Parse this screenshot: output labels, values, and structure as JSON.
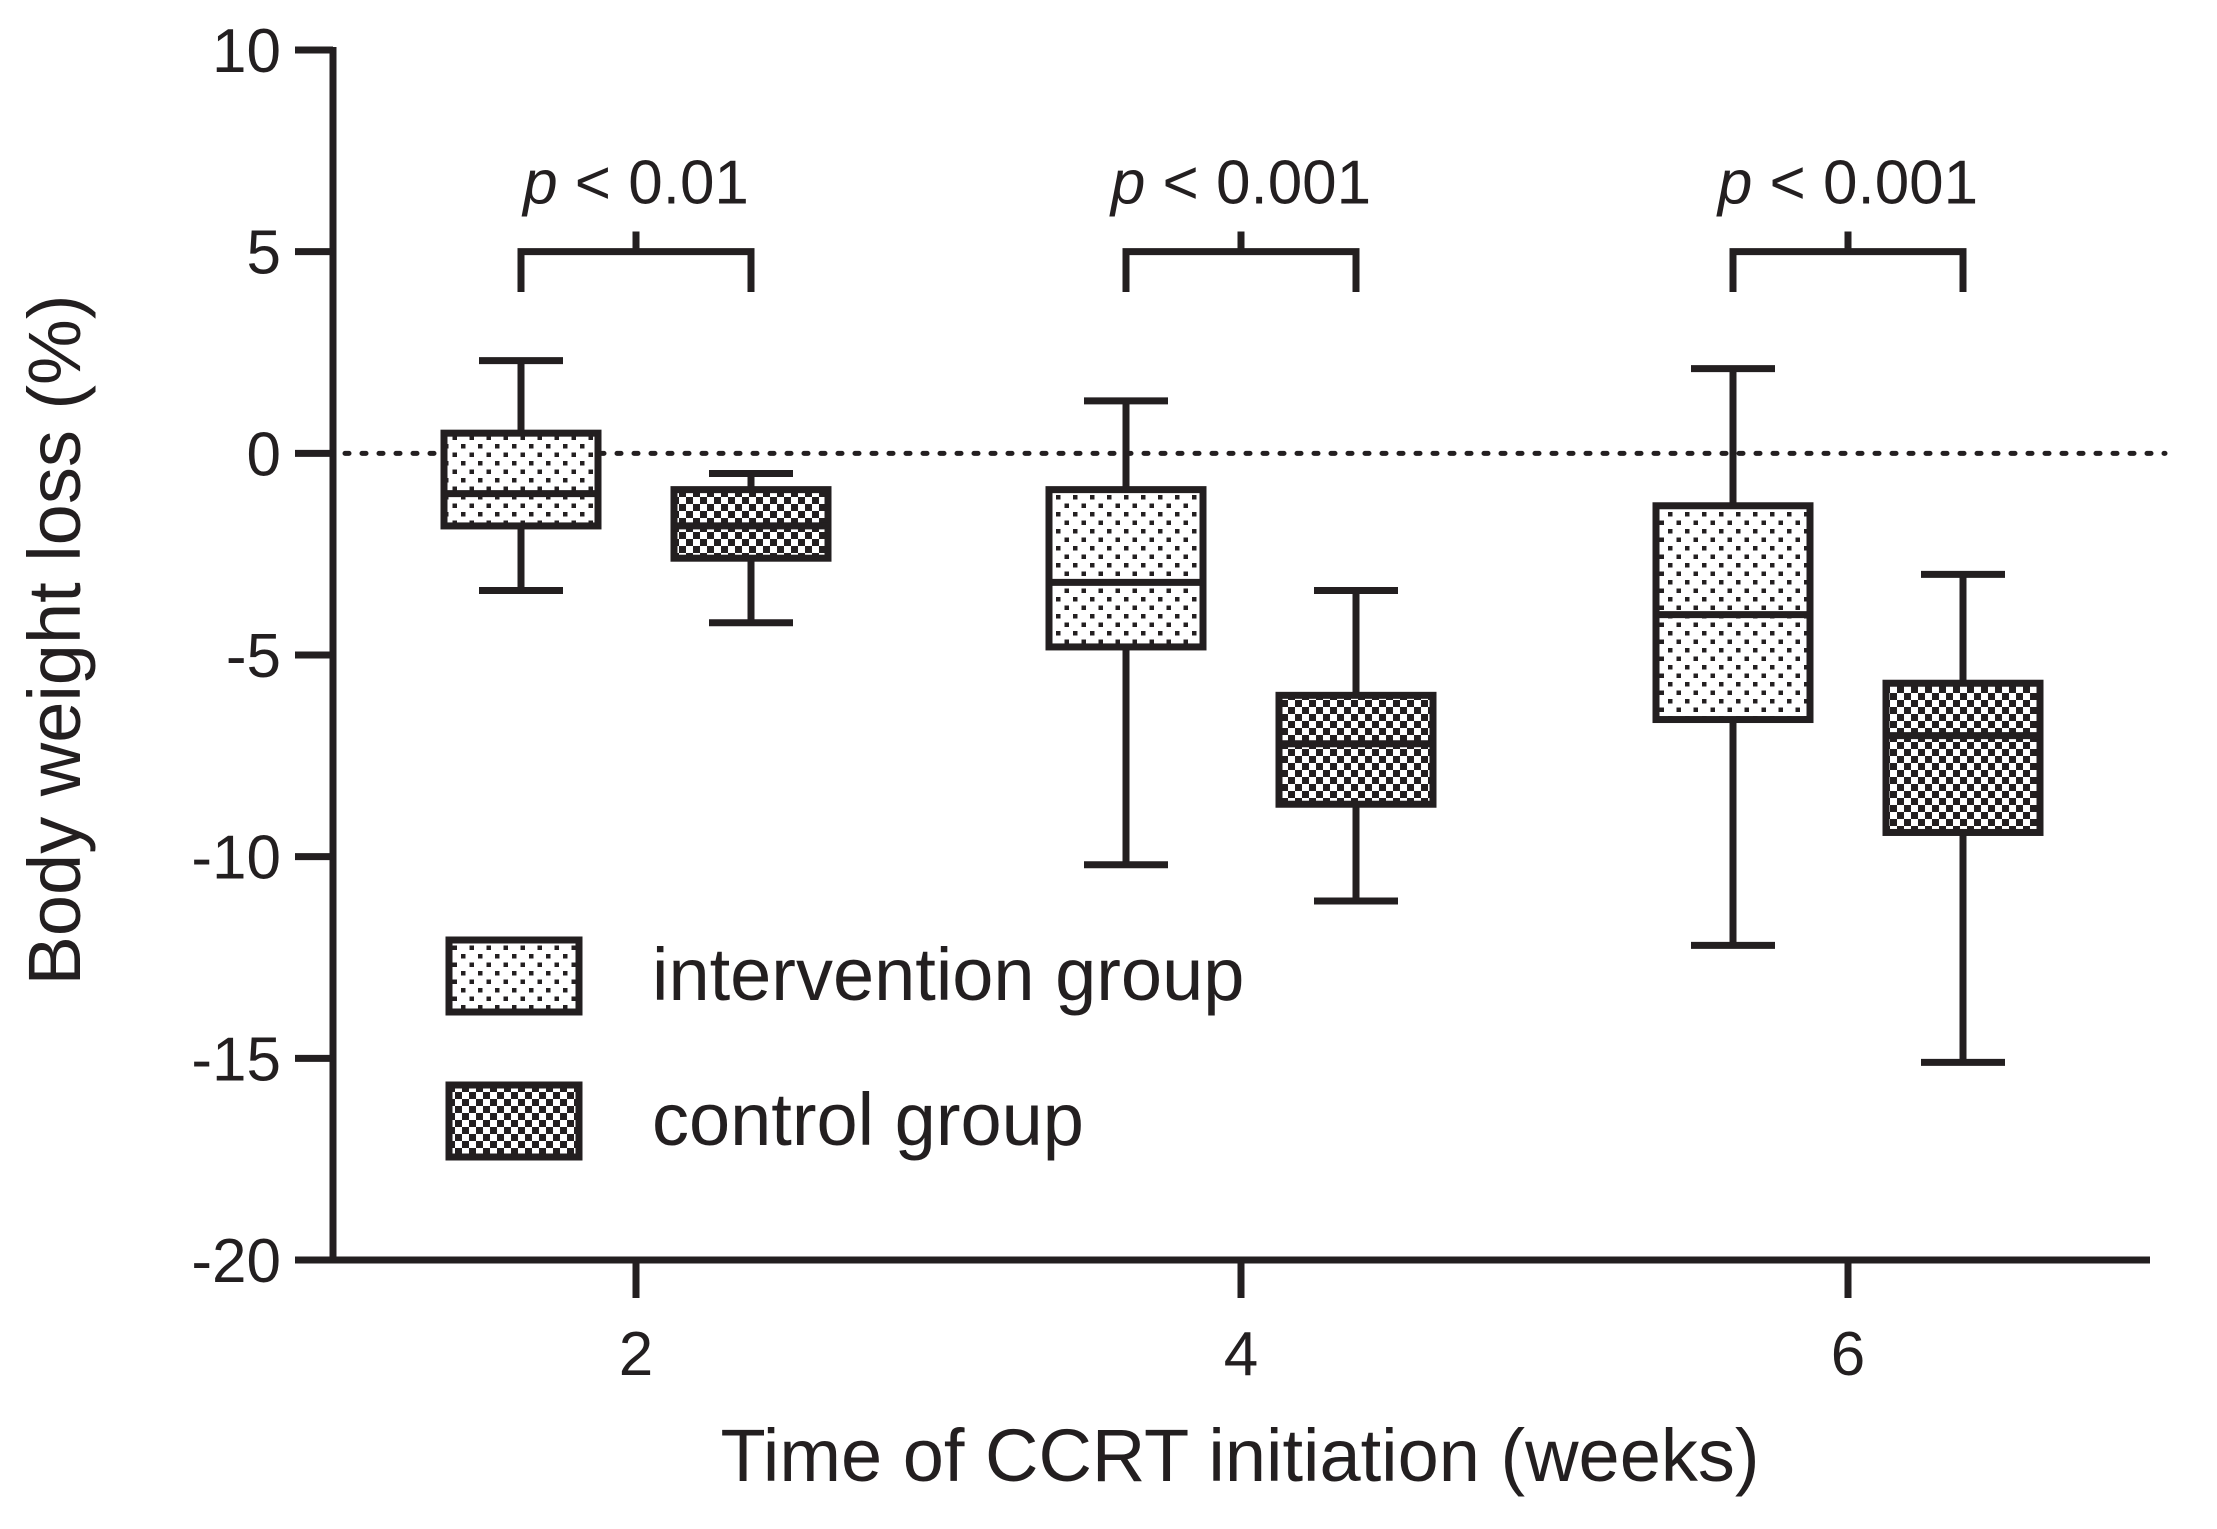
{
  "chart_data": {
    "type": "boxplot",
    "title": "",
    "xlabel": "Time of CCRT initiation (weeks)",
    "ylabel": "Body weight loss (%)",
    "ylim": [
      -20,
      10
    ],
    "yticks": [
      "10",
      "5",
      "0",
      "-5",
      "-10",
      "-15",
      "-20"
    ],
    "ytick_values": [
      10,
      5,
      0,
      -5,
      -10,
      -15,
      -20
    ],
    "categories": [
      "2",
      "4",
      "6"
    ],
    "reference_line": {
      "y": 0,
      "style": "dotted"
    },
    "grid": false,
    "legend_position": "bottom-left",
    "series": [
      {
        "name": "intervention group",
        "pattern": "sparse-dots",
        "boxes": [
          {
            "min": -3.4,
            "q1": -1.8,
            "median": -1.0,
            "q3": 0.5,
            "max": 2.3
          },
          {
            "min": -10.2,
            "q1": -4.8,
            "median": -3.2,
            "q3": -0.9,
            "max": 1.3
          },
          {
            "min": -12.2,
            "q1": -6.6,
            "median": -4.0,
            "q3": -1.3,
            "max": 2.1
          }
        ]
      },
      {
        "name": "control group",
        "pattern": "checkerboard",
        "boxes": [
          {
            "min": -4.2,
            "q1": -2.6,
            "median": -1.8,
            "q3": -0.9,
            "max": -0.5
          },
          {
            "min": -11.1,
            "q1": -8.7,
            "median": -7.2,
            "q3": -6.0,
            "max": -3.4
          },
          {
            "min": -15.1,
            "q1": -9.4,
            "median": -7.0,
            "q3": -5.7,
            "max": -3.0
          }
        ]
      }
    ],
    "annotations": [
      {
        "category": "2",
        "p_symbol": "p",
        "rest": " < 0.01"
      },
      {
        "category": "4",
        "p_symbol": "p",
        "rest": " < 0.001"
      },
      {
        "category": "6",
        "p_symbol": "p",
        "rest": " < 0.001"
      }
    ]
  },
  "colors": {
    "ink": "#231f20",
    "background": "#ffffff",
    "box_fill": "#ffffff"
  }
}
